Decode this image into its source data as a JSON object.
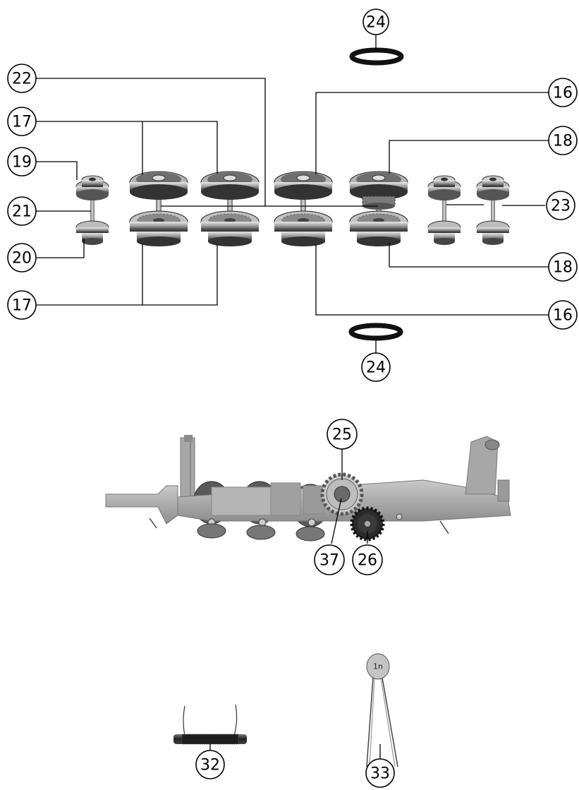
{
  "callouts": {
    "c24_top": "24",
    "c22": "22",
    "c16_top": "16",
    "c17_top": "17",
    "c18_top": "18",
    "c19": "19",
    "c21": "21",
    "c23": "23",
    "c20": "20",
    "c18_bottom": "18",
    "c17_bottom": "17",
    "c16_bottom": "16",
    "c24_bottom": "24",
    "c25": "25",
    "c37": "37",
    "c26": "26",
    "c32": "32",
    "c33": "33"
  },
  "capacitor": {
    "marking": "1n"
  }
}
